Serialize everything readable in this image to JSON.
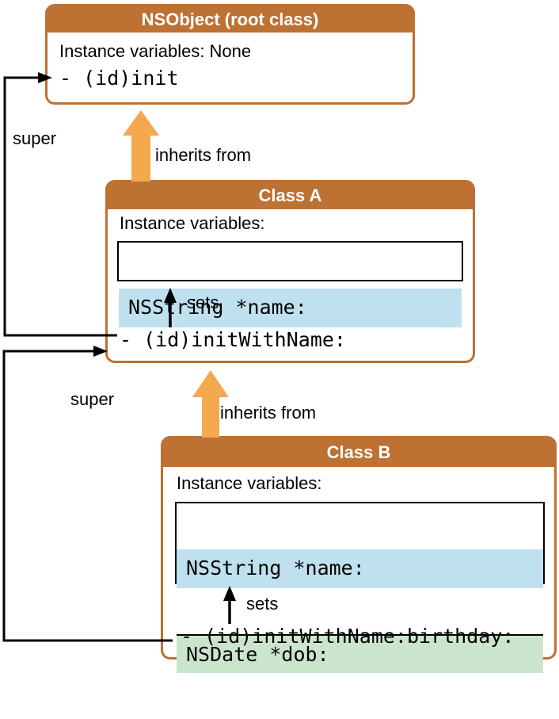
{
  "colors": {
    "box_border_orange": "#bd7132",
    "header_orange": "#bd7132",
    "inherit_arrow_orange": "#f5a94f",
    "var_blue": "#bfe0ee",
    "var_green": "#cbe5cd",
    "line_black": "#000000"
  },
  "classes": [
    {
      "title": "NSObject (root class)",
      "ivars_label": "Instance variables: None",
      "variables": [],
      "method": "- (id)init"
    },
    {
      "title": "Class A",
      "ivars_label": "Instance variables:",
      "variables": [
        {
          "name": "NSString *name:"
        }
      ],
      "sets_label": "sets",
      "method": "- (id)initWithName:"
    },
    {
      "title": "Class B",
      "ivars_label": "Instance variables:",
      "variables": [
        {
          "name": "NSString *name:"
        },
        {
          "name": "NSDate *dob:"
        }
      ],
      "sets_label": "sets",
      "method": "- (id)initWithName:birthday:"
    }
  ],
  "edges": {
    "inherits_a_label": "inherits from",
    "inherits_b_label": "inherits from",
    "super_a_label": "super",
    "super_b_label": "super"
  }
}
